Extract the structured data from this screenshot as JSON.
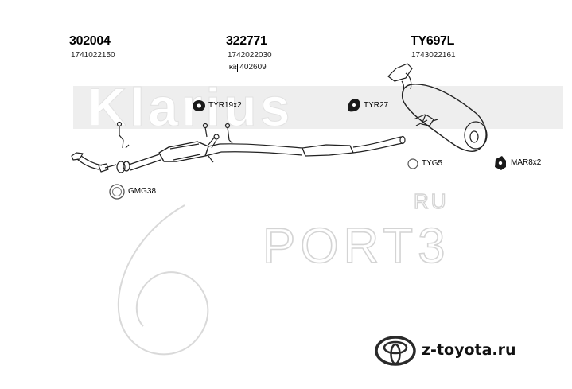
{
  "parts": {
    "p1": {
      "number": "302004",
      "oem": "1741022150"
    },
    "p2": {
      "number": "322771",
      "oem": "1742022030",
      "kit_label": "Kit",
      "kit_number": "402609"
    },
    "p3": {
      "number": "TY697L",
      "oem": "1743022161"
    }
  },
  "fittings": {
    "tyr19": "TYR19x2",
    "tyr27": "TYR27",
    "tyg5": "TYG5",
    "mar8": "MAR8x2",
    "gmg38": "GMG38"
  },
  "watermark": {
    "brand": "Klarius",
    "site_suffix": "RU",
    "site_main": "PORT3"
  },
  "footer": {
    "site": "z-toyota.ru"
  }
}
